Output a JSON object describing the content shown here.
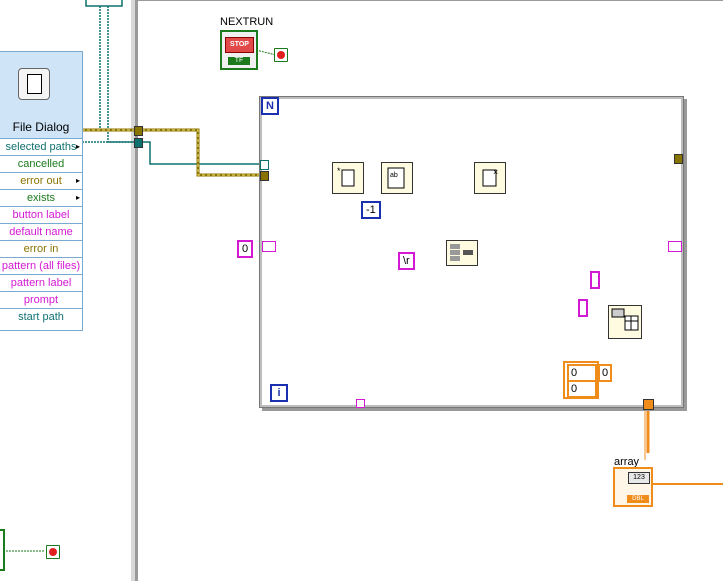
{
  "file_dialog": {
    "title": "File Dialog",
    "terminals": [
      {
        "label": "selected paths",
        "color": "#0f7070",
        "has_arrow": true
      },
      {
        "label": "cancelled",
        "color": "#1b7a1b",
        "has_arrow": false
      },
      {
        "label": "error out",
        "color": "#8a7400",
        "has_arrow": true
      },
      {
        "label": "exists",
        "color": "#1b7a1b",
        "has_arrow": true
      },
      {
        "label": "button label",
        "color": "#d418d4",
        "has_arrow": false
      },
      {
        "label": "default name",
        "color": "#d418d4",
        "has_arrow": false
      },
      {
        "label": "error in",
        "color": "#8a7400",
        "has_arrow": false
      },
      {
        "label": "pattern (all files)",
        "color": "#d418d4",
        "has_arrow": false
      },
      {
        "label": "pattern label",
        "color": "#d418d4",
        "has_arrow": false
      },
      {
        "label": "prompt",
        "color": "#d418d4",
        "has_arrow": false
      },
      {
        "label": "start path",
        "color": "#0f7070",
        "has_arrow": false
      }
    ]
  },
  "nextrun": {
    "label": "NEXTRUN",
    "button_text": "STOP",
    "type_text": "TF"
  },
  "loop": {
    "count_label": "N",
    "index_label": "i"
  },
  "constants": {
    "neg_one": "-1",
    "zero": "0",
    "carriage_return": "\\r",
    "zero_a": "0",
    "zero_b": "0",
    "zero_c": "0"
  },
  "array_indicator": {
    "label": "array",
    "type_text": "123",
    "repr_text": "DBL"
  },
  "colors": {
    "error_wire": "#8a7400",
    "path_wire": "#0f7070",
    "string_wire": "#d418d4",
    "numeric_wire": "#1b30b0",
    "array_wire": "#f08c1a",
    "boolean": "#1b7a1b",
    "structure_frame": "#777777"
  }
}
